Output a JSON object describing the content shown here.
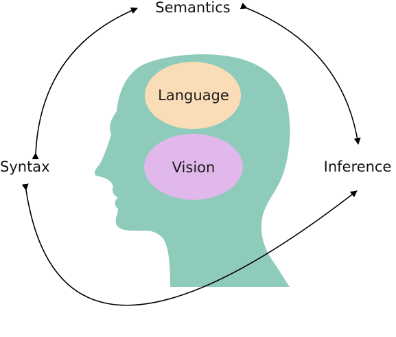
{
  "labels": {
    "top": "Semantics",
    "left": "Syntax",
    "right": "Inference"
  },
  "head": {
    "upper_region": "Language",
    "lower_region": "Vision"
  },
  "colors": {
    "head": "#8fcbbb",
    "language_region": "#fadcb6",
    "vision_region": "#e0b8eb",
    "arrows": "#000000"
  }
}
